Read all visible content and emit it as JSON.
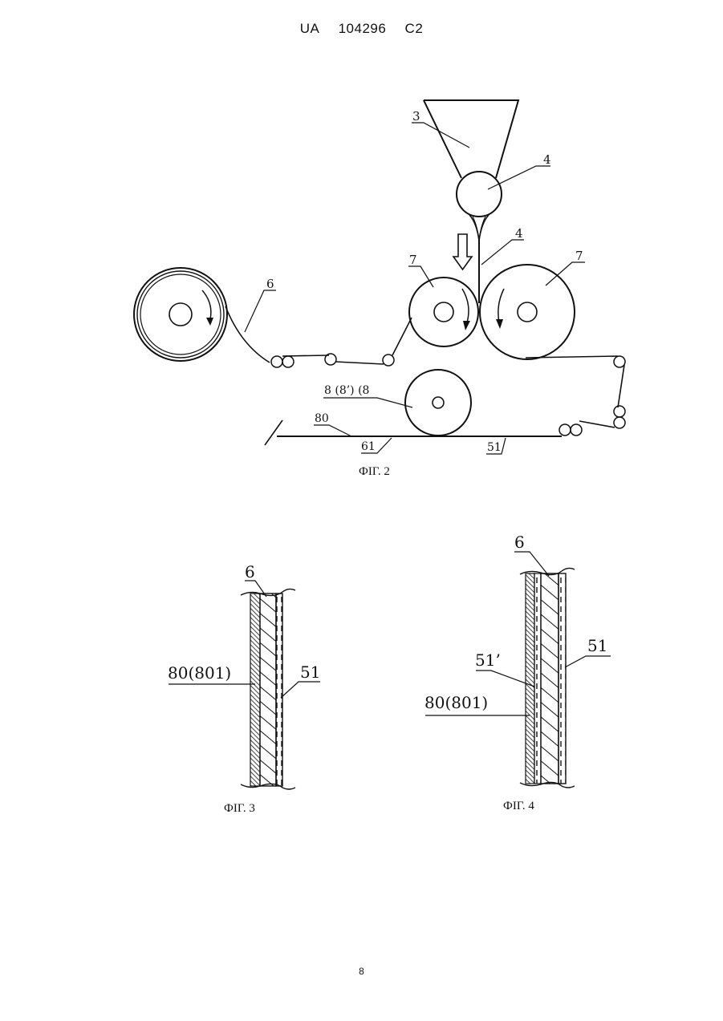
{
  "header": {
    "country": "UA",
    "number": "104296",
    "kind": "C2"
  },
  "page_number": "8",
  "fig2": {
    "caption": "ФІГ. 2",
    "labels": {
      "hopper": "3",
      "feed_roll": "4",
      "strand": "4",
      "left_roll": "7",
      "right_roll": "7",
      "supply_roll": "6",
      "press_roll": "8 (8’) (8",
      "lower_film": "80",
      "bottom_sheet_left": "61",
      "bottom_sheet_right": "51"
    }
  },
  "fig3": {
    "caption": "ФІГ. 3",
    "labels": {
      "top": "6",
      "left": "80(801)",
      "right": "51"
    }
  },
  "fig4": {
    "caption": "ФІГ. 4",
    "labels": {
      "top": "6",
      "middle": "51’",
      "left": "80(801)",
      "right": "51"
    }
  }
}
